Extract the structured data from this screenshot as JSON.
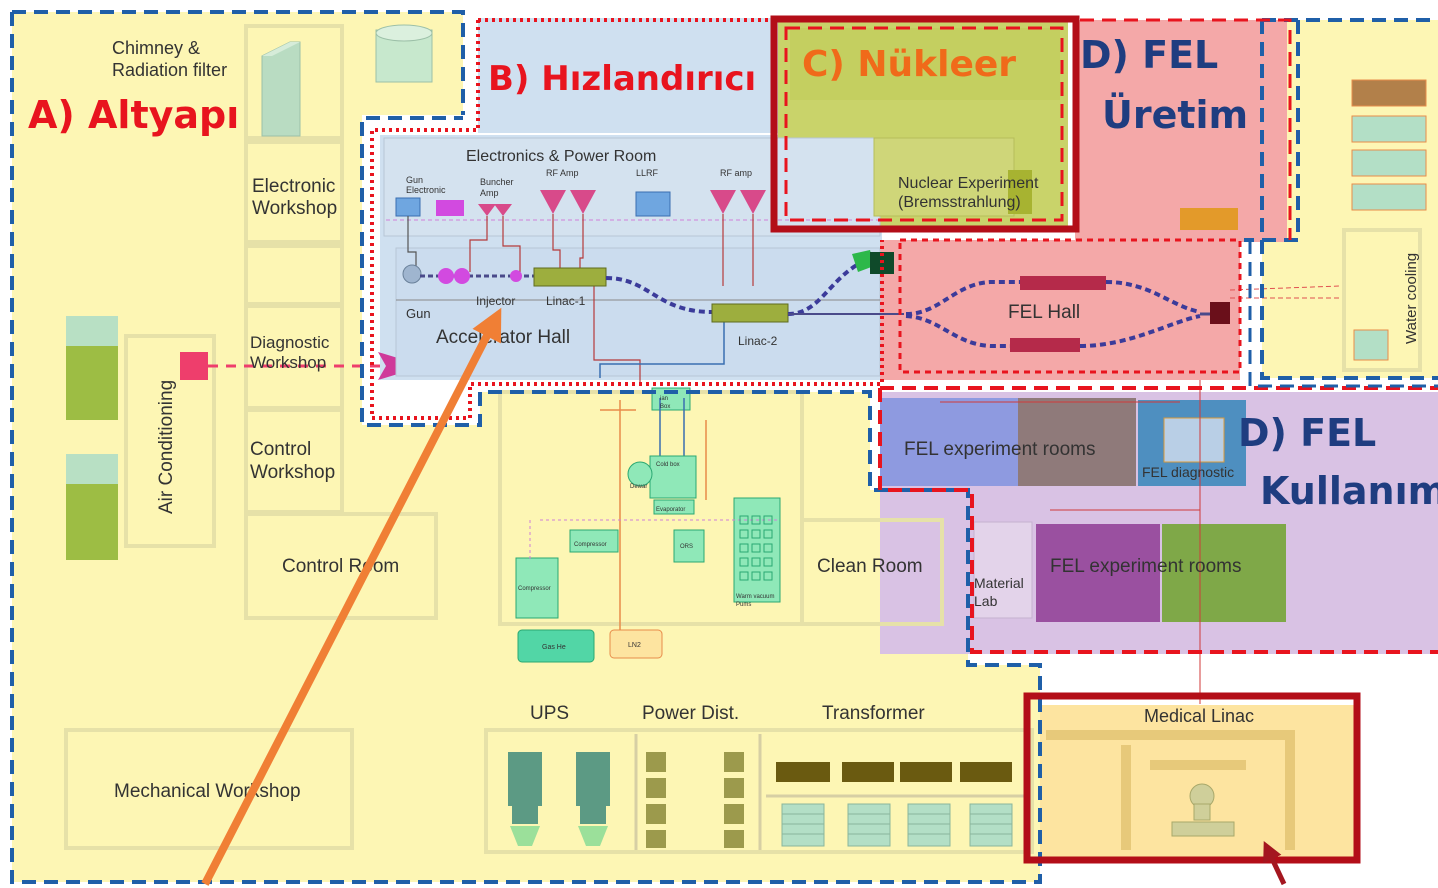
{
  "sections": {
    "a": "A) Altyapı",
    "b": "B) Hızlandırıcı",
    "c": "C) Nükleer",
    "d_production_1": "D) FEL",
    "d_production_2": "Üretim",
    "d_usage_1": "D) FEL",
    "d_usage_2": "Kullanım"
  },
  "rooms": {
    "chimney_1": "Chimney &",
    "chimney_2": "Radiation filter",
    "electronic_ws_1": "Electronic",
    "electronic_ws_2": "Workshop",
    "diagnostic_ws_1": "Diagnostic",
    "diagnostic_ws_2": "Workshop",
    "control_ws_1": "Control",
    "control_ws_2": "Workshop",
    "control_room": "Control Room",
    "air_conditioning": "Air Conditioning",
    "mechanical_ws": "Mechanical Workshop",
    "clean_room": "Clean Room",
    "ups": "UPS",
    "power_dist": "Power Dist.",
    "transformer": "Transformer",
    "medical_linac": "Medical Linac",
    "water_cooling": "Water cooling",
    "material_lab_1": "Material",
    "material_lab_2": "Lab",
    "fel_exp_rooms_1": "FEL experiment rooms",
    "fel_exp_rooms_2": "FEL experiment rooms",
    "fel_diagnostic": "FEL diagnostic",
    "fel_hall": "FEL Hall",
    "nuclear_exp_1": "Nuclear Experiment",
    "nuclear_exp_2": "(Bremsstrahlung)"
  },
  "accelerator": {
    "power_room": "Electronics & Power Room",
    "gun_electronic_1": "Gun",
    "gun_electronic_2": "Electronic",
    "buncher_amp_1": "Buncher",
    "buncher_amp_2": "Amp",
    "rf_amp_1": "RF Amp",
    "llrf": "LLRF",
    "rf_amp_2": "RF amp",
    "gun": "Gun",
    "injector": "Injector",
    "linac_1": "Linac-1",
    "linac_2": "Linac-2",
    "hall": "Accelerator Hall"
  },
  "cryo": {
    "cold_box": "Cold box",
    "dewar": "Dewar",
    "evaporator": "Evaporator",
    "compressor_1": "Compressor",
    "compressor_2": "Compressor",
    "ors": "ORS",
    "gas_he": "Gas He",
    "ln2": "LN2",
    "warm_vacuum_1": "Warm vacuum",
    "warm_vacuum_2": "Pums",
    "box_1": "ian",
    "box_2": "Box"
  },
  "colors": {
    "altyapi": "#fdf6b4",
    "accelerator": "#cfe0f0",
    "nuclear": "#c9d36a",
    "fel_production": "#f4a8a8",
    "fel_usage": "#d9c2e4",
    "dashed_red": "#e8141e",
    "dashed_blue": "#1f5fa8",
    "frame_dark_red": "#b30e18",
    "arrow_orange": "#f07f35",
    "arrow_dark_red": "#a4161f",
    "heading_red": "#e8141e",
    "heading_blue": "#1f3d80"
  }
}
